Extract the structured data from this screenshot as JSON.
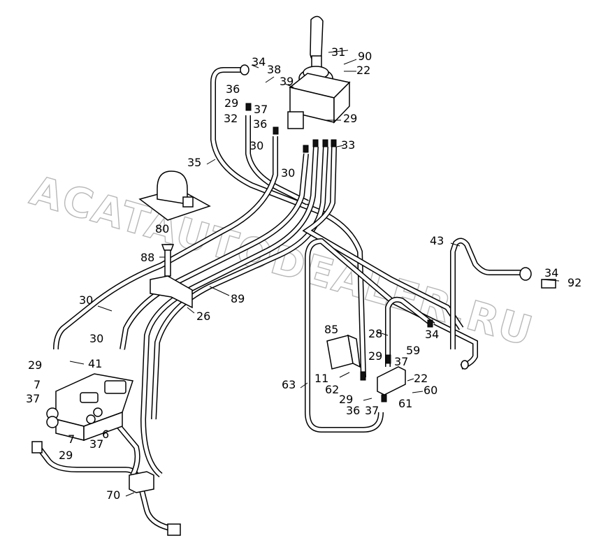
{
  "watermark": "ACATAUTODEALER.RU",
  "labels": {
    "l31": "31",
    "l90": "90",
    "l22a": "22",
    "l34a": "34",
    "l38": "38",
    "l39": "39",
    "l36a": "36",
    "l29a": "29",
    "l37a": "37",
    "l32": "32",
    "l36b": "36",
    "l29b": "29",
    "l30a": "30",
    "l33": "33",
    "l30b": "30",
    "l35": "35",
    "l80": "80",
    "l43": "43",
    "l34b": "34",
    "l92": "92",
    "l88": "88",
    "l89": "89",
    "l26": "26",
    "l30c": "30",
    "l30d": "30",
    "l41": "41",
    "l85": "85",
    "l28": "28",
    "l34c": "34",
    "l59": "59",
    "l29c": "29",
    "l37b": "37",
    "l22b": "22",
    "l60": "60",
    "l11": "11",
    "l62": "62",
    "l29d": "29",
    "l36c": "36",
    "l37c": "37",
    "l61": "61",
    "l63": "63",
    "l29e": "29",
    "l7a": "7",
    "l37d": "37",
    "l6": "6",
    "l7b": "7",
    "l37e": "37",
    "l29f": "29",
    "l70": "70"
  }
}
